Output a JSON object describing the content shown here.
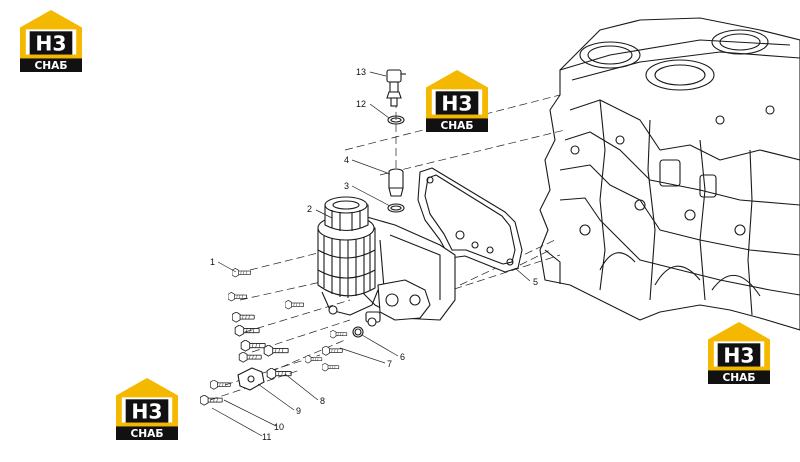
{
  "colors": {
    "line": "#1a1a1a",
    "leader": "#222222",
    "logo_yellow": "#f5b800",
    "logo_black": "#111111",
    "logo_white": "#ffffff"
  },
  "watermark": {
    "mark": "H3",
    "caption": "СНАБ"
  },
  "callouts": [
    {
      "id": "1",
      "text": "1"
    },
    {
      "id": "2",
      "text": "2"
    },
    {
      "id": "3",
      "text": "3"
    },
    {
      "id": "4",
      "text": "4"
    },
    {
      "id": "5",
      "text": "5"
    },
    {
      "id": "6",
      "text": "6"
    },
    {
      "id": "7",
      "text": "7"
    },
    {
      "id": "8",
      "text": "8"
    },
    {
      "id": "9",
      "text": "9"
    },
    {
      "id": "10",
      "text": "10"
    },
    {
      "id": "11",
      "text": "11"
    },
    {
      "id": "12",
      "text": "12"
    },
    {
      "id": "13",
      "text": "13"
    }
  ],
  "icons": [
    "watermark-logo-icon",
    "engine-block-icon",
    "oil-filter-module-icon",
    "gasket-icon",
    "sensor-icon",
    "bolt-icon",
    "seal-ring-icon",
    "flange-icon"
  ]
}
